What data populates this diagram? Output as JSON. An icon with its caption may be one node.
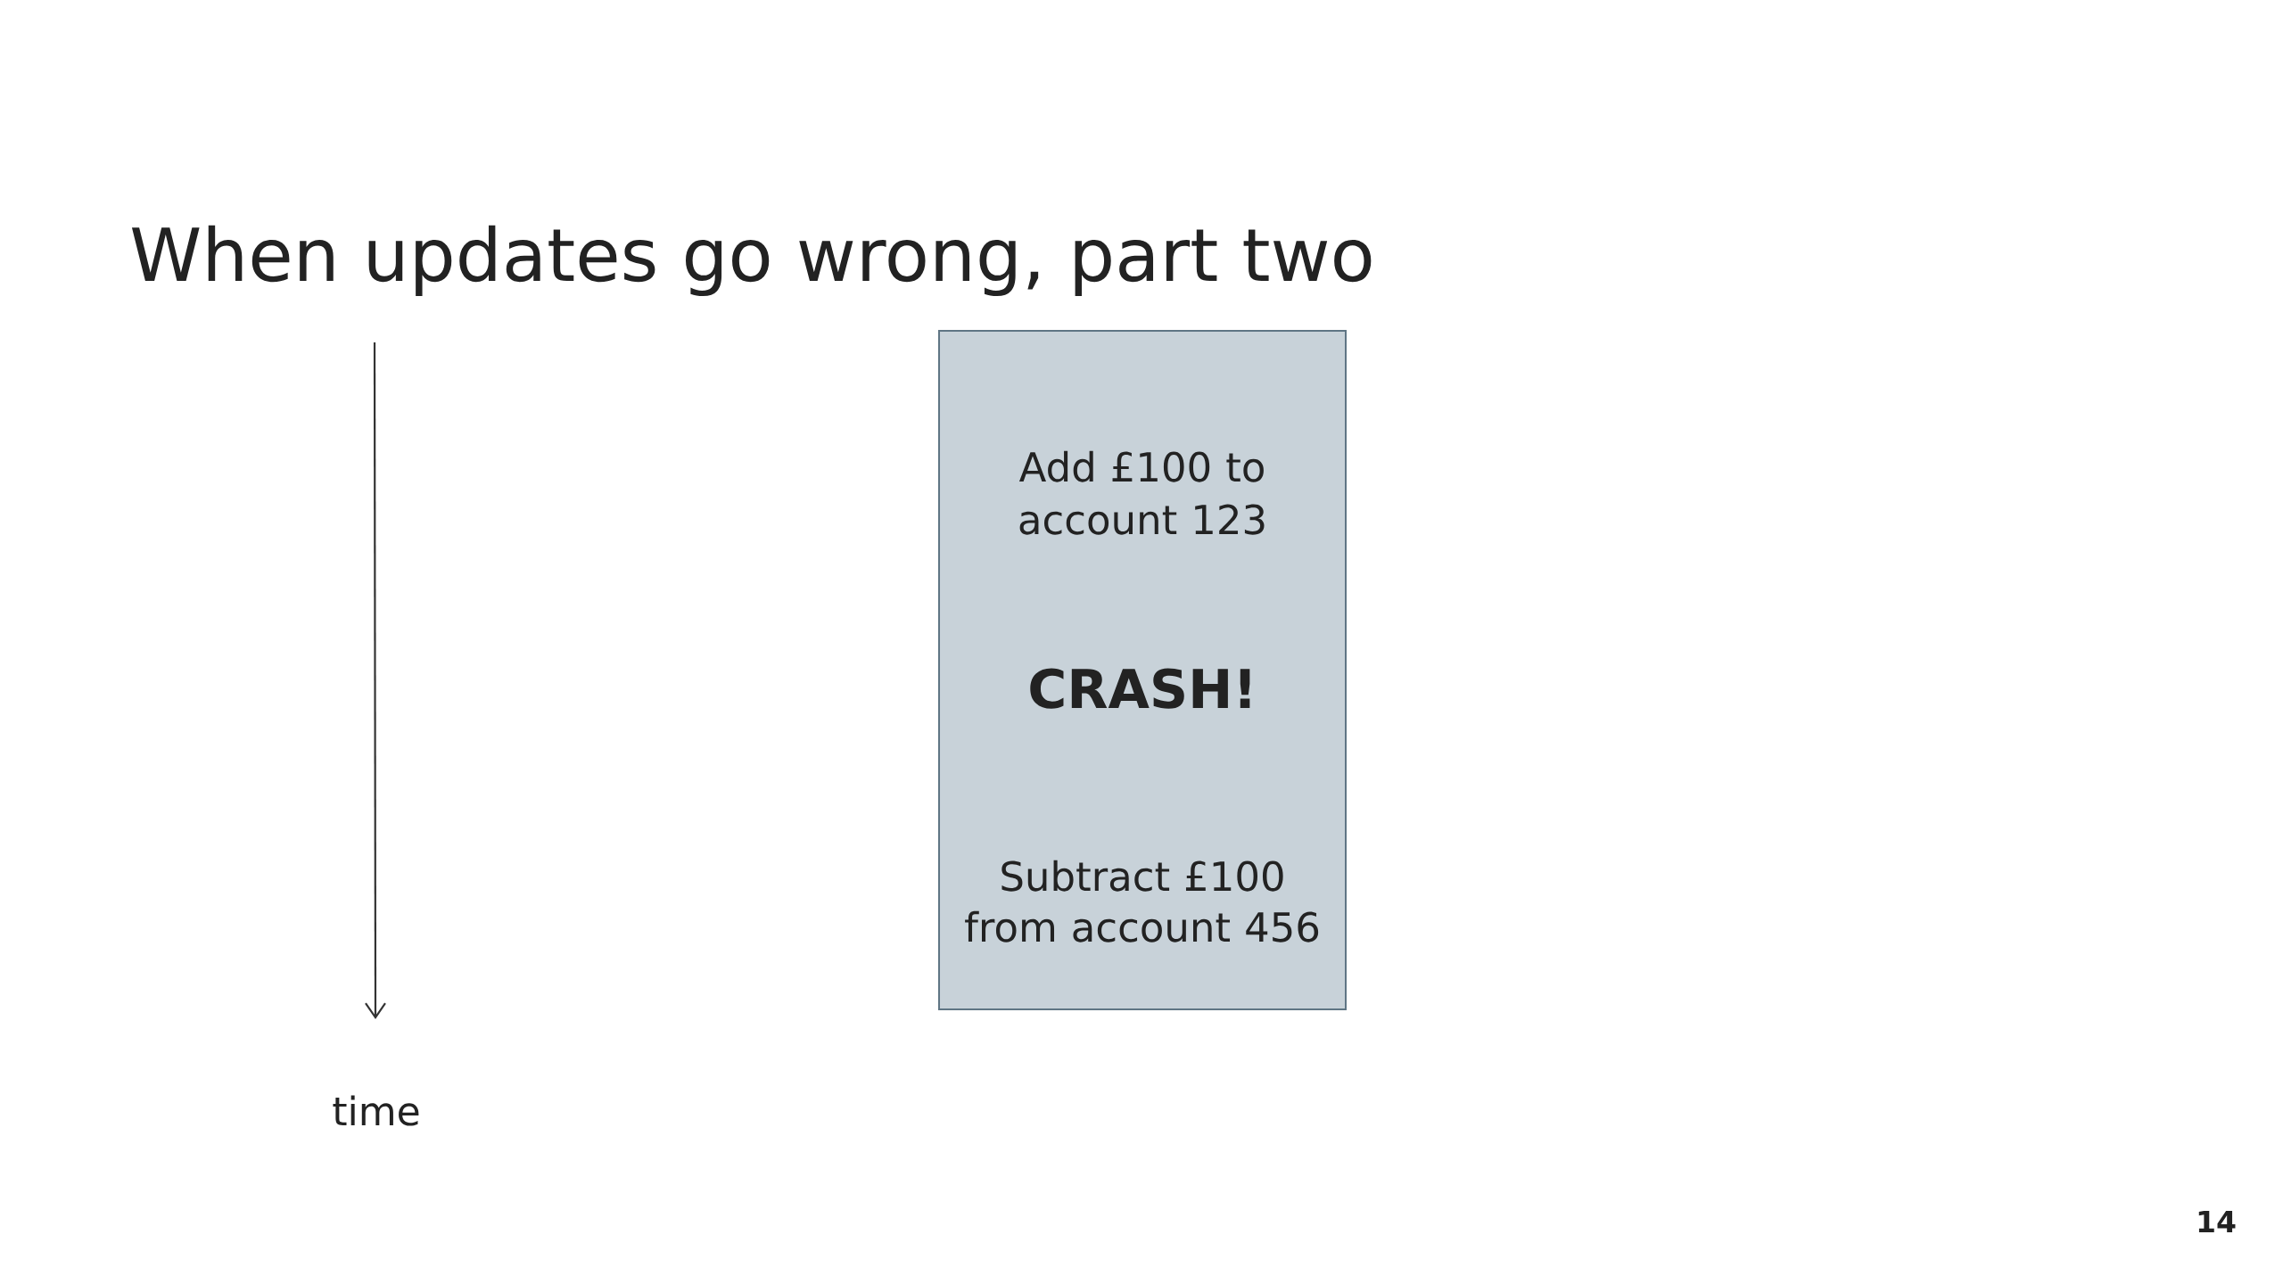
{
  "diagram": {
    "title": "When updates go wrong, part two",
    "nodes": [
      {
        "text": [
          "Add £100 to account 123",
          "CRASH!",
          "Subtract £100 from account 456"
        ]
      }
    ],
    "labels": [
      "time",
      "14"
    ]
  }
}
